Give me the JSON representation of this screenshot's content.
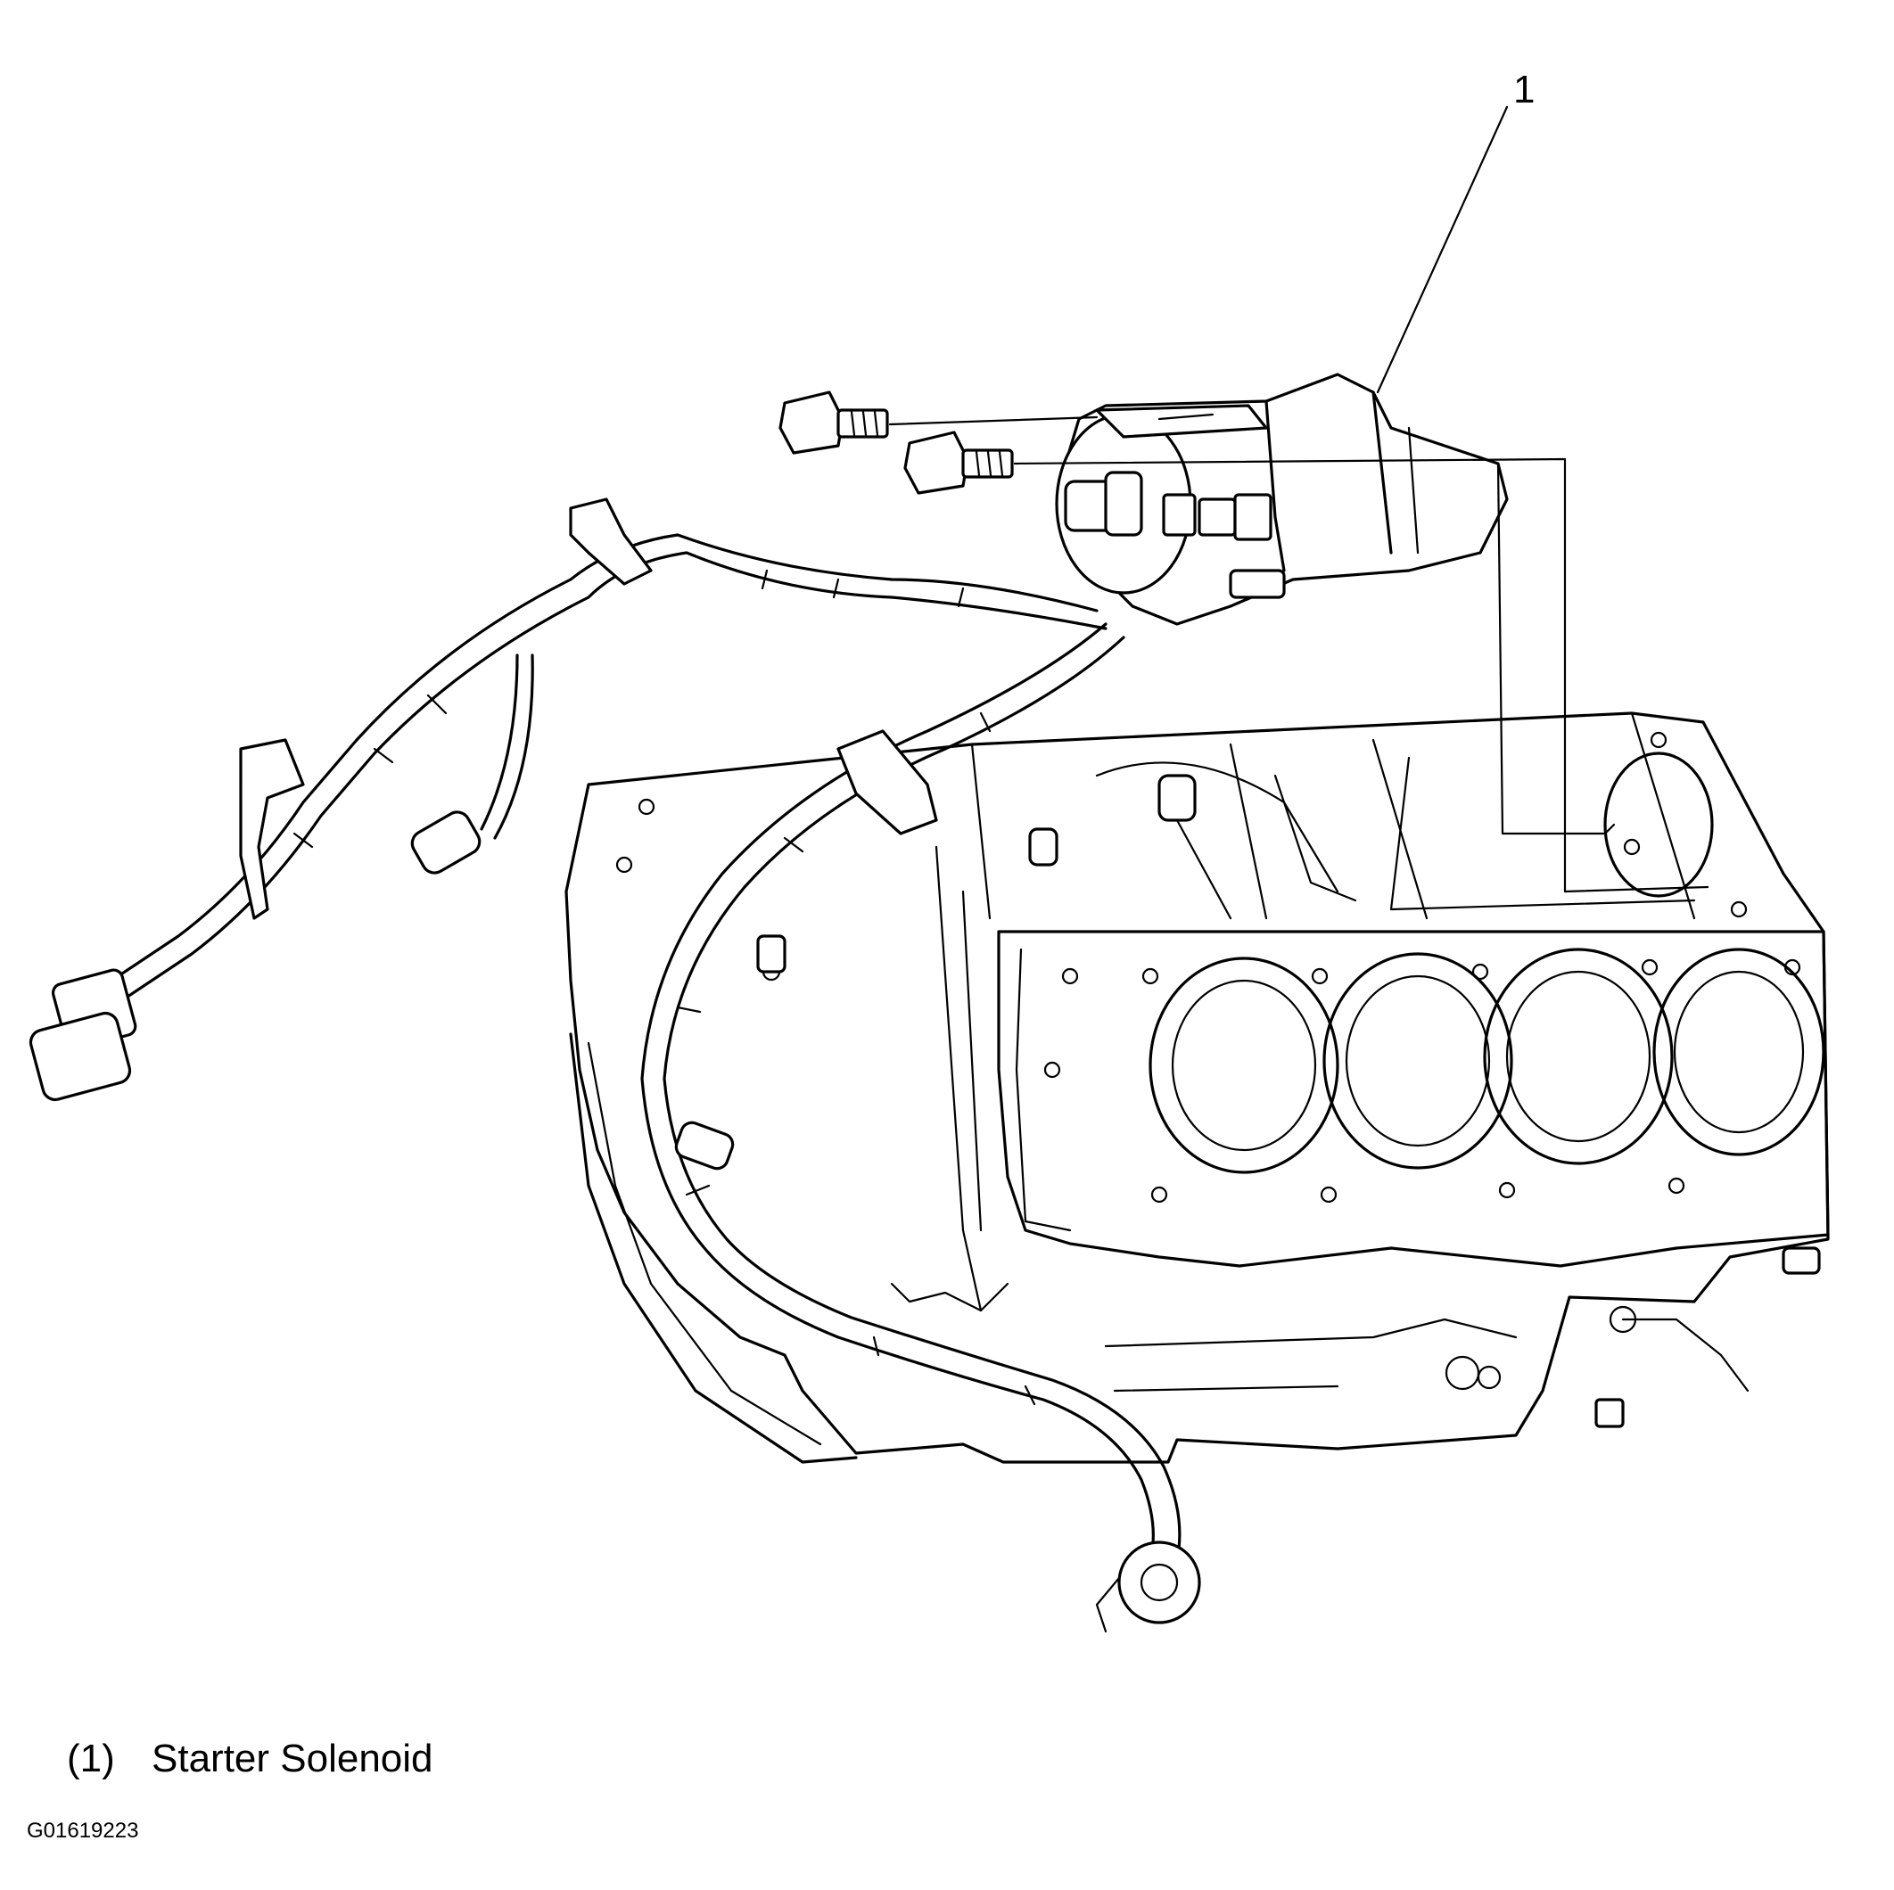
{
  "callout": {
    "number": "1"
  },
  "legend": {
    "items": [
      {
        "num": "(1)",
        "label": "Starter Solenoid"
      }
    ]
  },
  "figure_code": "G01619223"
}
